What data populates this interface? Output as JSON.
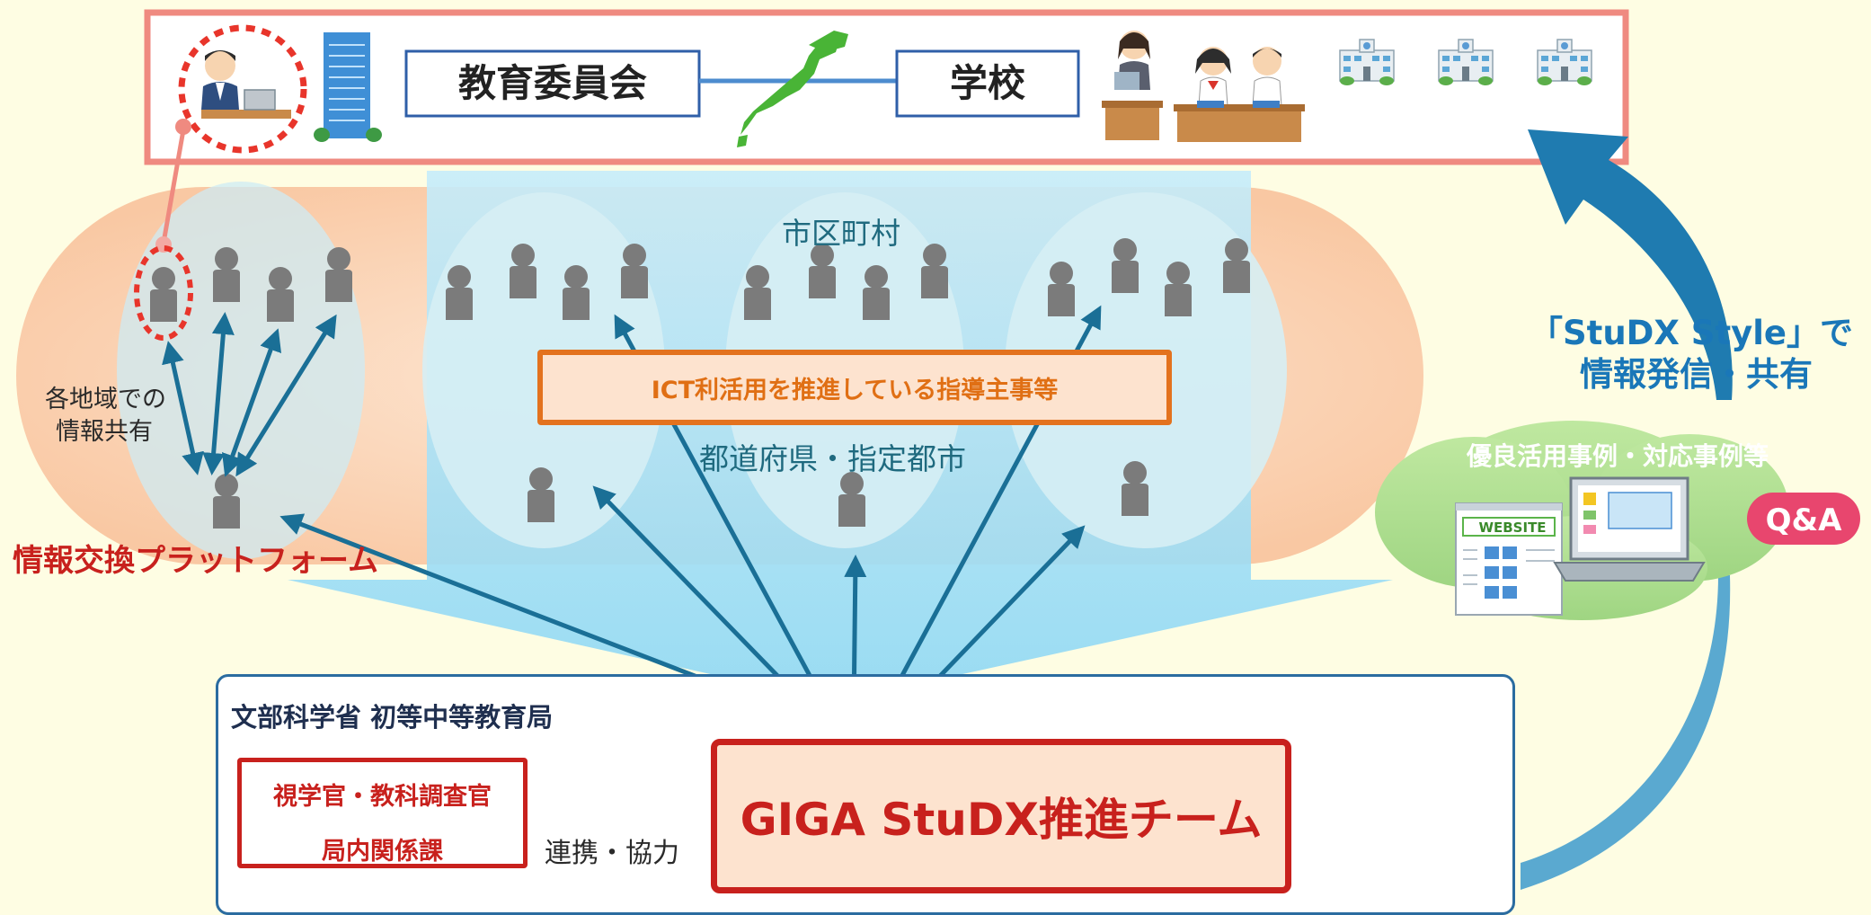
{
  "top": {
    "board_label": "教育委員会",
    "school_label": "学校"
  },
  "middle": {
    "municipality_label": "市区町村",
    "prefecture_label": "都道府県・指定都市",
    "ict_box_label": "ICT利活用を推進している指導主事等",
    "regional_sharing": [
      "各地域での",
      "情報共有"
    ],
    "platform_label": "情報交換プラットフォーム"
  },
  "right": {
    "studx_line1": "「StuDX Style」で",
    "studx_line2": "情報発信・共有",
    "cloud_label": "優良活用事例・対応事例等",
    "website_label": "WEBSITE",
    "qa_label": "Q&A"
  },
  "bottom": {
    "mext_label": "文部科学省 初等中等教育局",
    "shigaku_line1": "視学官・教科調査官",
    "shigaku_line2": "局内関係課",
    "cooperation_label": "連携・協力",
    "giga_label": "GIGA StuDX推進チーム"
  },
  "colors": {
    "background": "#fefde3",
    "top_border": "#ef8a80",
    "orange_band": "#fbd5b5",
    "blue_band": "#b8e6f7",
    "arrow_blue": "#1a6f96",
    "red": "#c8211d",
    "orange_accent": "#e3721e",
    "person_gray": "#7b7b7b"
  },
  "icons": [
    "teacher-at-desk-icon",
    "office-building-icon",
    "japan-map-icon",
    "lecturer-icon",
    "students-icon",
    "school-building-icon",
    "person-icon",
    "website-screen-icon",
    "laptop-icon",
    "qa-badge-icon",
    "team-meeting-icon"
  ]
}
